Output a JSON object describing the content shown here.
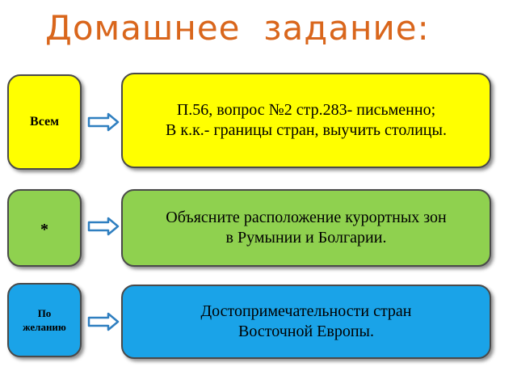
{
  "title": "Домашнее  задание:",
  "rows": [
    {
      "label": "Всем",
      "color": "#ffff00",
      "text_lines": [
        "П.56, вопрос №2 стр.283- письменно;",
        "В к.к.- границы стран, выучить столицы."
      ]
    },
    {
      "label": "*",
      "color": "#8fd14f",
      "text_lines": [
        "Объясните расположение курортных зон",
        "в Румынии и Болгарии."
      ]
    },
    {
      "label": "По желанию",
      "color": "#1aa3e8",
      "text_lines": [
        "Достопримечательности стран",
        "Восточной Европы."
      ]
    }
  ],
  "arrow_color": "#2f7fc0",
  "arrow_fill": "#ffffff"
}
